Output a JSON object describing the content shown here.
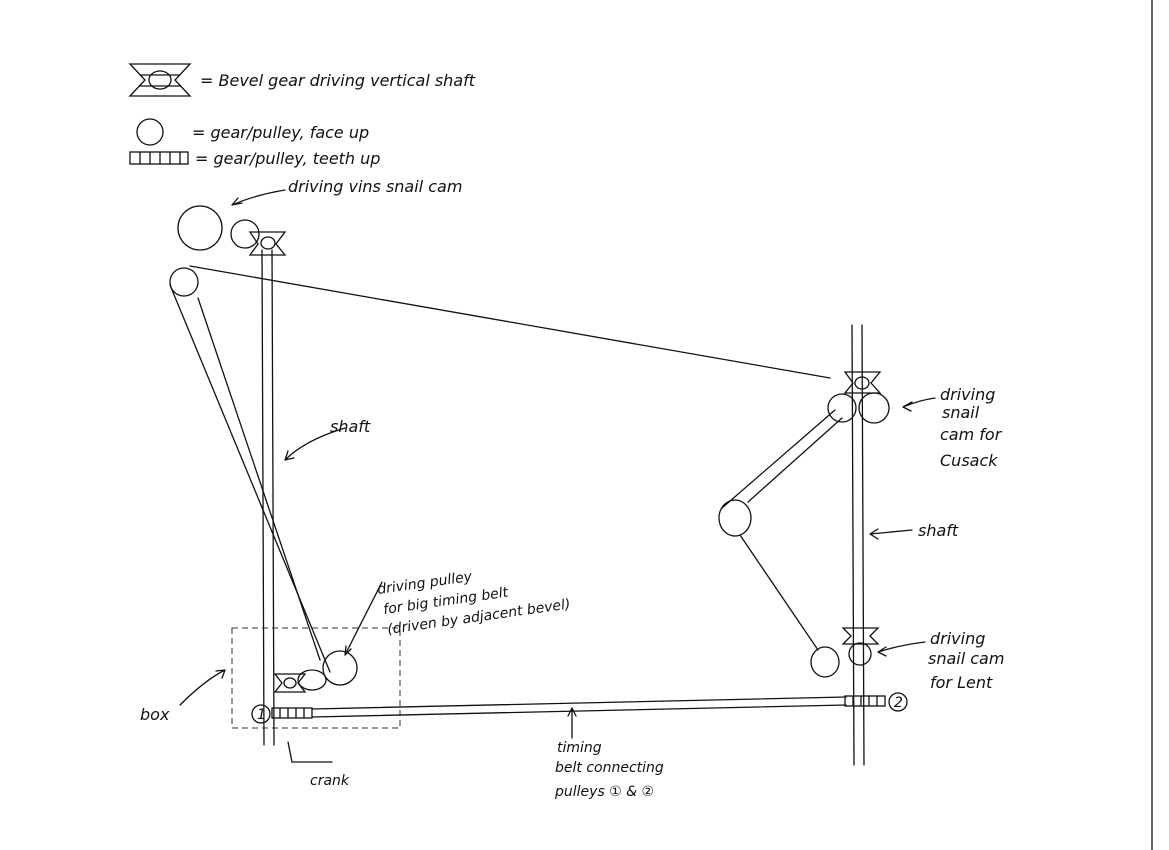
{
  "legend": {
    "bevel": "= Bevel gear driving vertical shaft",
    "face_up": "= gear/pulley, face up",
    "teeth_up": "= gear/pulley, teeth up"
  },
  "labels": {
    "vins_cam": "driving vins snail cam",
    "shaft_left": "shaft",
    "shaft_right": "shaft",
    "cusack": [
      "driving",
      "snail",
      "cam for",
      "Cusack"
    ],
    "lent": [
      "driving",
      "snail cam",
      "for Lent"
    ],
    "driving_pulley": [
      "driving pulley",
      "for big timing belt",
      "(driven by adjacent bevel)"
    ],
    "box": "box",
    "crank": "crank",
    "timing_belt": [
      "timing",
      "belt connecting",
      "pulleys ① & ②"
    ],
    "pulley_1": "1",
    "pulley_2": "2"
  }
}
